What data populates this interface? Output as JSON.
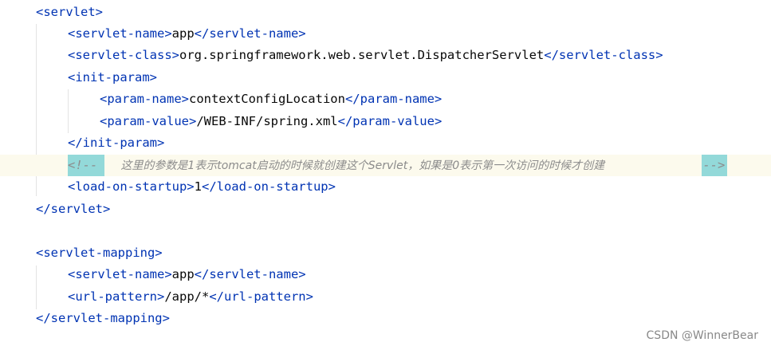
{
  "code": {
    "l1": {
      "open": "<servlet>"
    },
    "l2": {
      "open": "<servlet-name>",
      "text": "app",
      "close": "</servlet-name>"
    },
    "l3": {
      "open": "<servlet-class>",
      "text": "org.springframework.web.servlet.DispatcherServlet",
      "close": "</servlet-class>"
    },
    "l4": {
      "open": "<init-param>"
    },
    "l5": {
      "open": "<param-name>",
      "text": "contextConfigLocation",
      "close": "</param-name>"
    },
    "l6": {
      "open": "<param-value>",
      "text": "/WEB-INF/spring.xml",
      "close": "</param-value>"
    },
    "l7": {
      "close": "</init-param>"
    },
    "l8": {
      "comment_open": "<!--",
      "comment_text": "这里的参数是1表示tomcat启动的时候就创建这个Servlet，如果是0表示第一次访问的时候才创建",
      "comment_close": "-->"
    },
    "l9": {
      "open": "<load-on-startup>",
      "text": "1",
      "close": "</load-on-startup>"
    },
    "l10": {
      "close": "</servlet>"
    },
    "l12": {
      "open": "<servlet-mapping>"
    },
    "l13": {
      "open": "<servlet-name>",
      "text": "app",
      "close": "</servlet-name>"
    },
    "l14": {
      "open": "<url-pattern>",
      "text": "/app/*",
      "close": "</url-pattern>"
    },
    "l15": {
      "close": "</servlet-mapping>"
    }
  },
  "watermark": "CSDN @WinnerBear",
  "colors": {
    "tag": "#0033b3",
    "text": "#080808",
    "comment": "#8c8c8c",
    "comment_marker_bg": "#93d9d9",
    "current_line_bg": "#fcfaed"
  }
}
